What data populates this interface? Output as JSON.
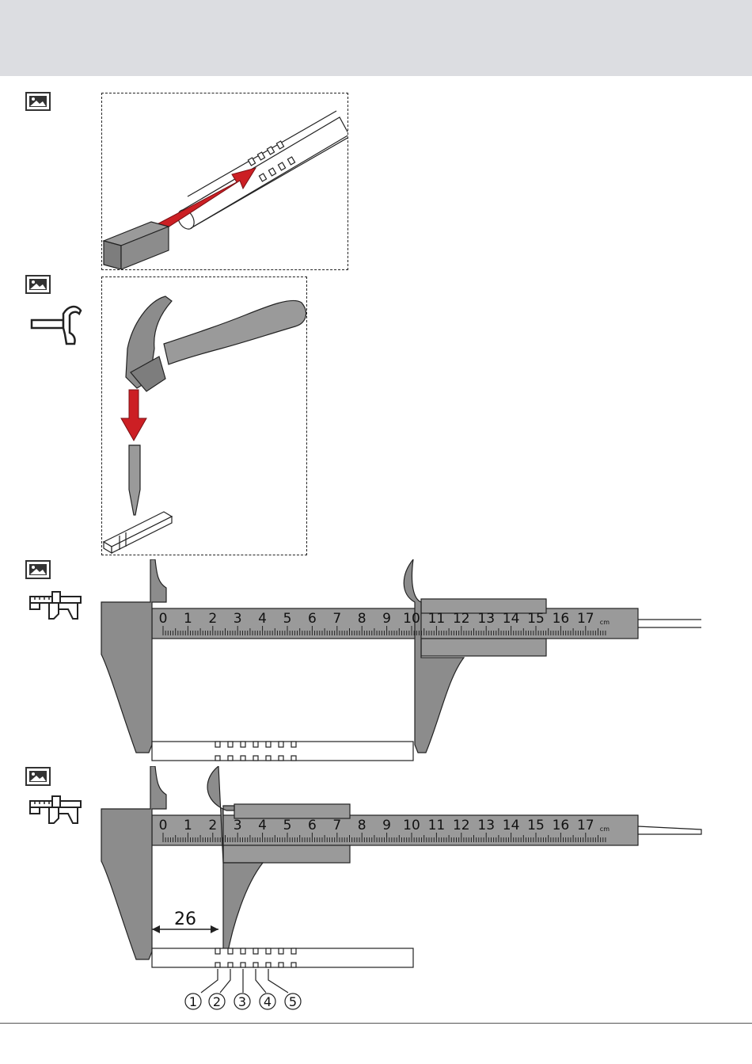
{
  "steps": [
    {
      "icon": "image-icon"
    },
    {
      "icon": "image-icon",
      "tool": "hammer-icon"
    },
    {
      "icon": "image-icon",
      "tool": "caliper-icon"
    },
    {
      "icon": "image-icon",
      "tool": "caliper-icon"
    }
  ],
  "caliper_scale": {
    "labels": [
      "0",
      "1",
      "2",
      "3",
      "4",
      "5",
      "6",
      "7",
      "8",
      "9",
      "10",
      "11",
      "12",
      "13",
      "14",
      "15",
      "16",
      "17"
    ],
    "unit": "cm"
  },
  "measurement": {
    "value": "26"
  },
  "callouts": [
    "1",
    "2",
    "3",
    "4",
    "5"
  ],
  "colors": {
    "header": "#dcdde1",
    "accent_red": "#cc1f24",
    "metal_gray": "#8a8a8a"
  }
}
